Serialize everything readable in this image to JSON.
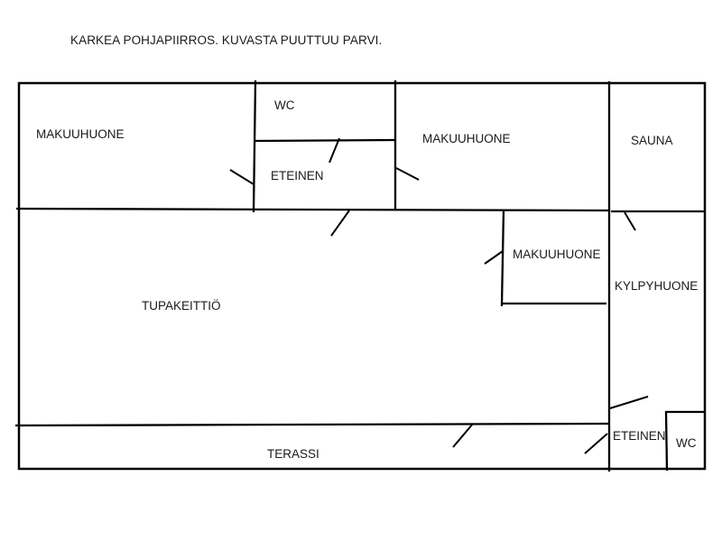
{
  "title": "KARKEA POHJAPIIRROS. KUVASTA PUUTTUU PARVI.",
  "rooms": {
    "makuuhuone_1": "MAKUUHUONE",
    "wc_1": "WC",
    "eteinen_1": "ETEINEN",
    "makuuhuone_2": "MAKUUHUONE",
    "sauna": "SAUNA",
    "makuuhuone_3": "MAKUUHUONE",
    "kylpyhuone": "KYLPYHUONE",
    "tupakeittio": "TUPAKEITTIÖ",
    "terassi": "TERASSI",
    "eteinen_2": "ETEINEN",
    "wc_2": "WC"
  },
  "colors": {
    "line": "#000000",
    "text": "#1a1a1a",
    "background": "#ffffff"
  }
}
